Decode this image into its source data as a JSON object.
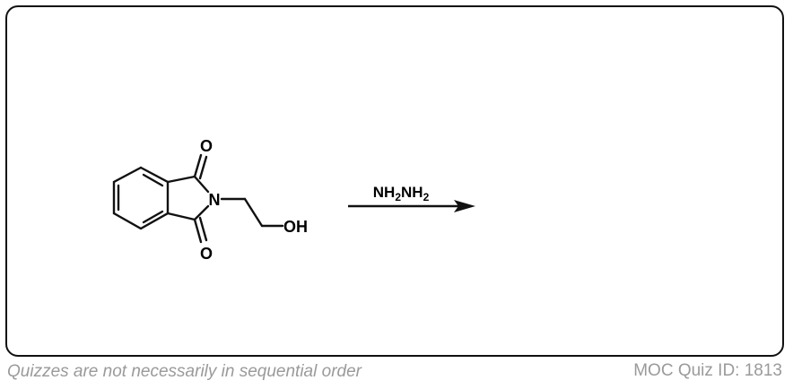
{
  "scheme": {
    "reagent": {
      "main": "NH",
      "sub1": "2",
      "mid": "NH",
      "sub2": "2"
    },
    "atoms": {
      "o_top": "O",
      "o_bottom": "O",
      "n": "N",
      "oh": "OH"
    }
  },
  "footer": {
    "note": "Quizzes are not necessarily in sequential order",
    "quiz_id": "MOC Quiz ID: 1813"
  }
}
